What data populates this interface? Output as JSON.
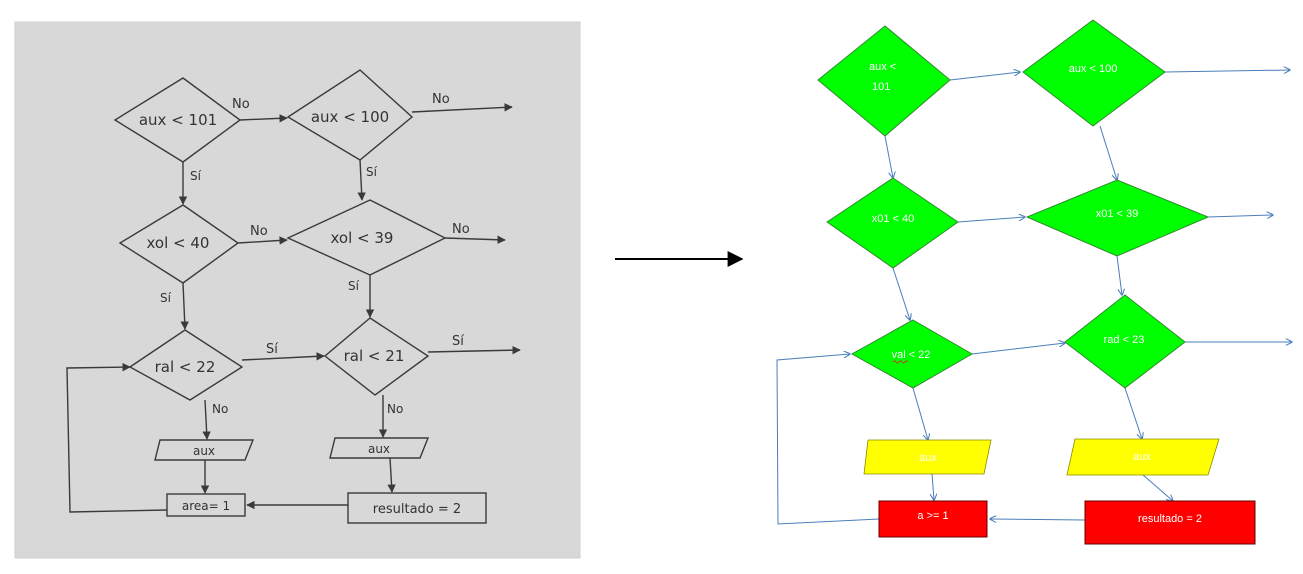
{
  "sketch": {
    "nodes": {
      "d1": "aux < 101",
      "d2": "aux < 100",
      "d3": "xol < 40",
      "d4": "xol < 39",
      "d5": "ral < 22",
      "d6": "ral < 21",
      "p1": "aux",
      "p2": "aux",
      "r1": "area= 1",
      "r2": "resultado = 2"
    },
    "edge_labels": {
      "no_1": "No",
      "no_2": "No",
      "si_1": "Sí",
      "si_2": "Sí",
      "no_3": "No",
      "no_4": "No",
      "si_3": "Sí",
      "si_4": "Sí",
      "si_5": "Sí",
      "si_6": "Sí",
      "no_5": "No",
      "no_6": "No"
    }
  },
  "flowchart": {
    "nodes": {
      "d1_line1": "aux <",
      "d1_line2": "101",
      "d2": "aux < 100",
      "d3": "x01 < 40",
      "d4": "x01 < 39",
      "d5": "val < 22",
      "d6": "rad < 23",
      "p1": "aux",
      "p2": "aux",
      "r1": "a >= 1",
      "r2": "resultado = 2"
    },
    "colors": {
      "decision_fill": "#00ff00",
      "decision_stroke": "#2e8b2e",
      "io_fill": "#ffff00",
      "process_fill": "#ff0000",
      "connector": "#4a7ebb",
      "node_text": "#ffffff"
    }
  }
}
